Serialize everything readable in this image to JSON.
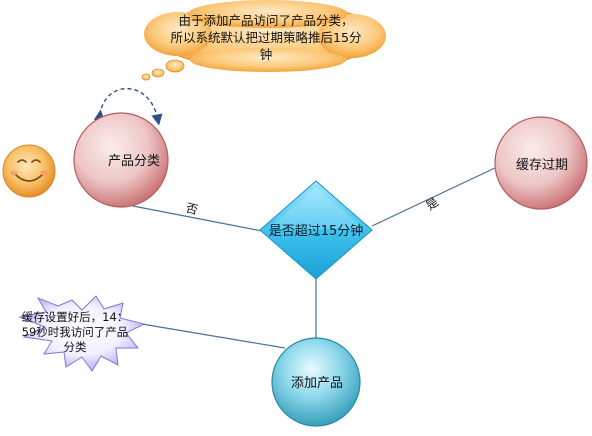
{
  "thought_cloud": {
    "lines": [
      "由于添加产品访问了产品分类，",
      "所以系统默认把过期策略推后15分",
      "钟"
    ]
  },
  "nodes": {
    "product_category": "产品分类",
    "cache_expired": "缓存过期",
    "decision": "是否超过15分钟",
    "add_product": "添加产品"
  },
  "edges": {
    "no": "否",
    "yes": "是"
  },
  "starburst": {
    "lines": [
      "缓存设置好后，14：",
      "59秒时我访问了产品",
      "分类"
    ]
  },
  "colors": {
    "red_node": "#c86a6c",
    "diamond": "#3fbfe8",
    "teal_node": "#41a9c0",
    "cloud": "#f5a03a",
    "smiley": "#f3a640",
    "connector": "#4a6f9a"
  }
}
